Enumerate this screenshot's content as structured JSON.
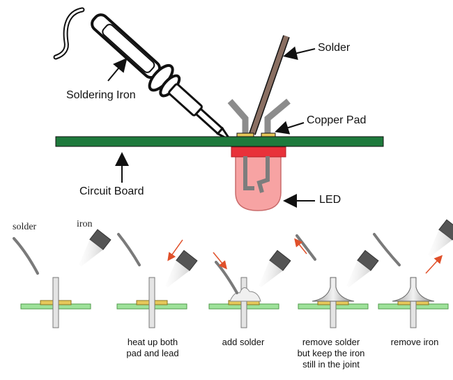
{
  "top_labels": {
    "soldering_iron": "Soldering Iron",
    "solder": "Solder",
    "copper_pad": "Copper Pad",
    "circuit_board": "Circuit Board",
    "led": "LED"
  },
  "small_labels": {
    "solder": "solder",
    "iron": "iron"
  },
  "steps": [
    {
      "caption": ""
    },
    {
      "caption": "heat up both pad and lead",
      "lines": [
        "heat up both",
        "pad and lead"
      ]
    },
    {
      "caption": "add solder",
      "lines": [
        "add solder"
      ]
    },
    {
      "caption": "remove solder but keep the iron still in the joint",
      "lines": [
        "remove solder",
        "but keep the iron",
        "still in the joint"
      ]
    },
    {
      "caption": "remove iron",
      "lines": [
        "remove iron"
      ]
    }
  ],
  "colors": {
    "board": "#1e7a3c",
    "small_board": "#9ee29a",
    "pad": "#e6c85a",
    "led_body": "#f7a3a3",
    "led_base": "#e8323a",
    "solder_wire": "#8a6f62",
    "arrow_red": "#e0502a"
  }
}
